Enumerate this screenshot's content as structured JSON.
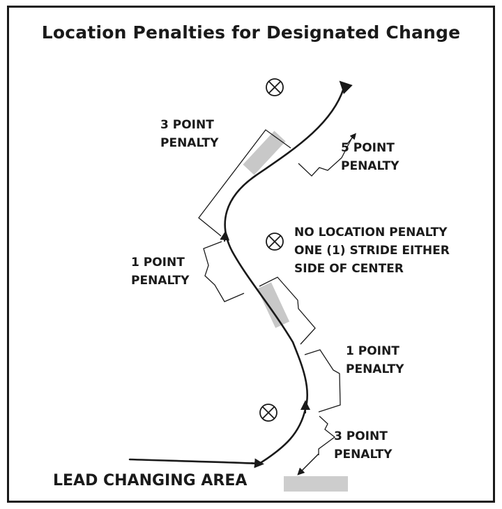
{
  "title": "Location Penalties for Designated Change",
  "labels": {
    "top_left": [
      "3 POINT",
      "PENALTY"
    ],
    "top_right": [
      "5 POINT",
      "PENALTY"
    ],
    "center": [
      "NO LOCATION PENALTY",
      "ONE (1) STRIDE EITHER",
      "SIDE OF CENTER"
    ],
    "mid_left": [
      "1 POINT",
      "PENALTY"
    ],
    "lower_right": [
      "1 POINT",
      "PENALTY"
    ],
    "bottom_right": [
      "3 POINT",
      "PENALTY"
    ]
  },
  "lead_changing_area": "LEAD CHANGING AREA",
  "colors": {
    "line": "#1a1a1a",
    "zone_fill": "#c8c8c8",
    "background": "#ffffff"
  },
  "markers": [
    "center-marker-icon",
    "center-marker-icon",
    "center-marker-icon"
  ]
}
